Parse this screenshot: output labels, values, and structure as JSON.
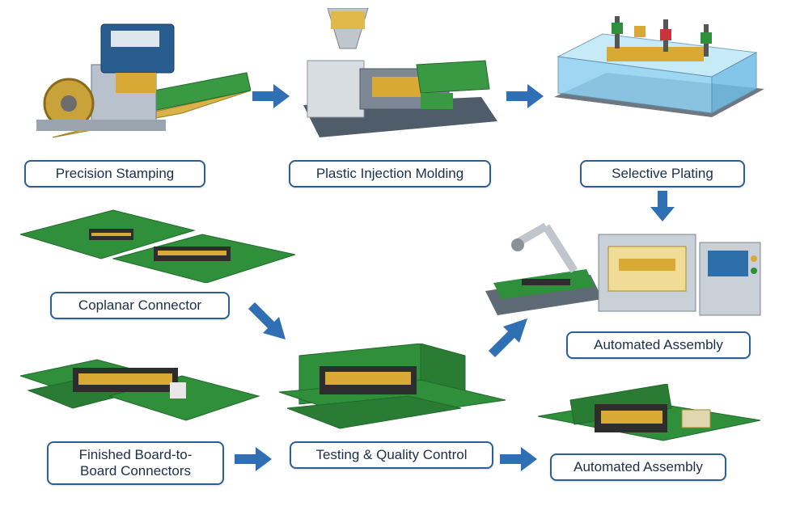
{
  "labels": {
    "precision_stamping": "Precision Stamping",
    "plastic_injection_molding": "Plastic Injection Molding",
    "selective_plating": "Selective Plating",
    "coplanar_connector": "Coplanar Connector",
    "automated_assembly_top": "Automated Assembly",
    "finished_line1": "Finished Board-to-",
    "finished_line2": "Board Connectors",
    "testing_quality_control": "Testing & Quality Control",
    "automated_assembly_bottom": "Automated Assembly"
  },
  "colors": {
    "arrow": "#2f6fb3",
    "label_border": "#2b5f95",
    "pcb_green": "#2f8f3a",
    "gold": "#d9a935",
    "machine_blue": "#2a5d8f"
  },
  "icons": [
    "stamping-machine-icon",
    "injection-molding-machine-icon",
    "plating-tank-icon",
    "robot-assembly-cell-icon",
    "coplanar-connector-icon",
    "finished-connector-icon",
    "testing-fixture-icon",
    "right-angle-connector-icon"
  ]
}
